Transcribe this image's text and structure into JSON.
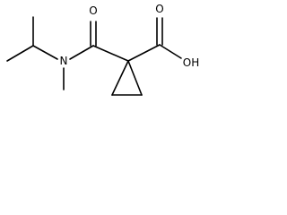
{
  "structure": {
    "atoms": {
      "amide_oxygen": "O",
      "amide_nitrogen": "N",
      "acid_oxygen": "O",
      "hydroxyl": "OH"
    }
  },
  "colors": {
    "bond": "#000000",
    "background": "#ffffff"
  }
}
